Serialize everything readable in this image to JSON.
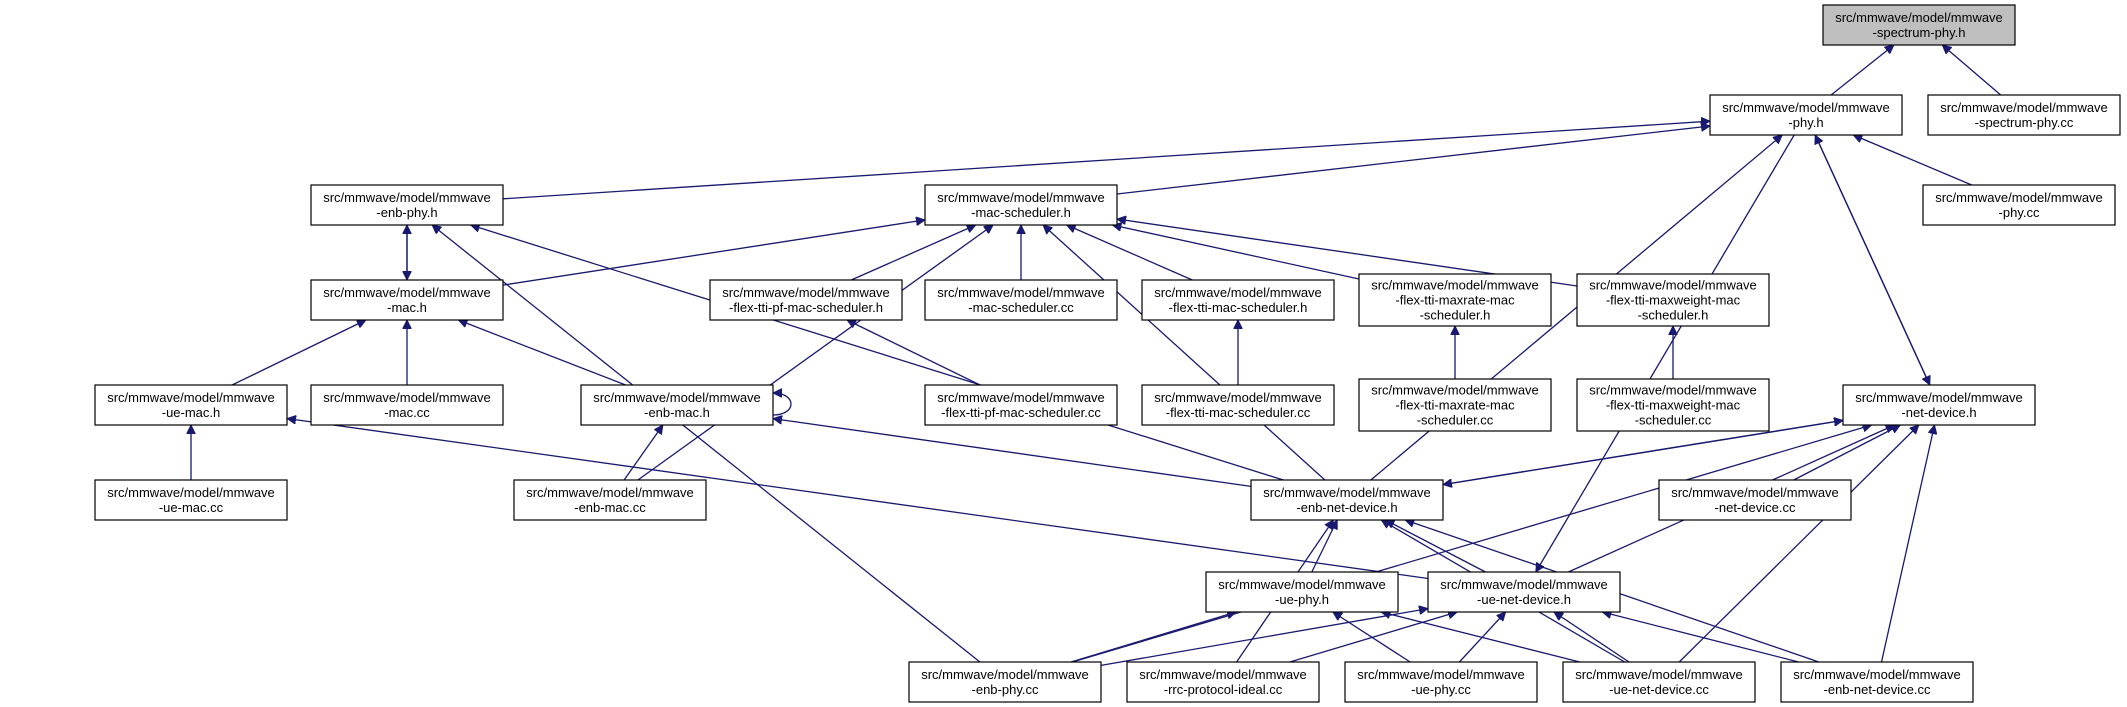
{
  "nodes": [
    {
      "id": "spectrum_phy_h",
      "lines": [
        "src/mmwave/model/mmwave",
        "-spectrum-phy.h"
      ],
      "highlight": true
    },
    {
      "id": "phy_h",
      "lines": [
        "src/mmwave/model/mmwave",
        "-phy.h"
      ]
    },
    {
      "id": "spectrum_phy_cc",
      "lines": [
        "src/mmwave/model/mmwave",
        "-spectrum-phy.cc"
      ]
    },
    {
      "id": "enb_phy_h",
      "lines": [
        "src/mmwave/model/mmwave",
        "-enb-phy.h"
      ]
    },
    {
      "id": "mac_scheduler_h",
      "lines": [
        "src/mmwave/model/mmwave",
        "-mac-scheduler.h"
      ]
    },
    {
      "id": "phy_cc",
      "lines": [
        "src/mmwave/model/mmwave",
        "-phy.cc"
      ]
    },
    {
      "id": "mac_h",
      "lines": [
        "src/mmwave/model/mmwave",
        "-mac.h"
      ]
    },
    {
      "id": "flex_tti_pf_h",
      "lines": [
        "src/mmwave/model/mmwave",
        "-flex-tti-pf-mac-scheduler.h"
      ]
    },
    {
      "id": "mac_scheduler_cc",
      "lines": [
        "src/mmwave/model/mmwave",
        "-mac-scheduler.cc"
      ]
    },
    {
      "id": "flex_tti_mac_h",
      "lines": [
        "src/mmwave/model/mmwave",
        "-flex-tti-mac-scheduler.h"
      ]
    },
    {
      "id": "flex_tti_maxrate_h",
      "lines": [
        "src/mmwave/model/mmwave",
        "-flex-tti-maxrate-mac",
        "-scheduler.h"
      ]
    },
    {
      "id": "flex_tti_maxweight_h",
      "lines": [
        "src/mmwave/model/mmwave",
        "-flex-tti-maxweight-mac",
        "-scheduler.h"
      ]
    },
    {
      "id": "ue_mac_h",
      "lines": [
        "src/mmwave/model/mmwave",
        "-ue-mac.h"
      ]
    },
    {
      "id": "mac_cc",
      "lines": [
        "src/mmwave/model/mmwave",
        "-mac.cc"
      ]
    },
    {
      "id": "enb_mac_h",
      "lines": [
        "src/mmwave/model/mmwave",
        "-enb-mac.h"
      ]
    },
    {
      "id": "flex_tti_pf_cc",
      "lines": [
        "src/mmwave/model/mmwave",
        "-flex-tti-pf-mac-scheduler.cc"
      ]
    },
    {
      "id": "flex_tti_mac_cc",
      "lines": [
        "src/mmwave/model/mmwave",
        "-flex-tti-mac-scheduler.cc"
      ]
    },
    {
      "id": "flex_tti_maxrate_cc",
      "lines": [
        "src/mmwave/model/mmwave",
        "-flex-tti-maxrate-mac",
        "-scheduler.cc"
      ]
    },
    {
      "id": "flex_tti_maxweight_cc",
      "lines": [
        "src/mmwave/model/mmwave",
        "-flex-tti-maxweight-mac",
        "-scheduler.cc"
      ]
    },
    {
      "id": "net_device_h",
      "lines": [
        "src/mmwave/model/mmwave",
        "-net-device.h"
      ]
    },
    {
      "id": "ue_mac_cc",
      "lines": [
        "src/mmwave/model/mmwave",
        "-ue-mac.cc"
      ]
    },
    {
      "id": "enb_mac_cc",
      "lines": [
        "src/mmwave/model/mmwave",
        "-enb-mac.cc"
      ]
    },
    {
      "id": "enb_net_device_h",
      "lines": [
        "src/mmwave/model/mmwave",
        "-enb-net-device.h"
      ]
    },
    {
      "id": "net_device_cc",
      "lines": [
        "src/mmwave/model/mmwave",
        "-net-device.cc"
      ]
    },
    {
      "id": "ue_phy_h",
      "lines": [
        "src/mmwave/model/mmwave",
        "-ue-phy.h"
      ]
    },
    {
      "id": "ue_net_device_h",
      "lines": [
        "src/mmwave/model/mmwave",
        "-ue-net-device.h"
      ]
    },
    {
      "id": "enb_phy_cc",
      "lines": [
        "src/mmwave/model/mmwave",
        "-enb-phy.cc"
      ]
    },
    {
      "id": "rrc_protocol_ideal_cc",
      "lines": [
        "src/mmwave/model/mmwave",
        "-rrc-protocol-ideal.cc"
      ]
    },
    {
      "id": "ue_phy_cc",
      "lines": [
        "src/mmwave/model/mmwave",
        "-ue-phy.cc"
      ]
    },
    {
      "id": "ue_net_device_cc",
      "lines": [
        "src/mmwave/model/mmwave",
        "-ue-net-device.cc"
      ]
    },
    {
      "id": "enb_net_device_cc",
      "lines": [
        "src/mmwave/model/mmwave",
        "-enb-net-device.cc"
      ]
    }
  ],
  "edges": [
    {
      "from": "phy_h",
      "to": "spectrum_phy_h"
    },
    {
      "from": "spectrum_phy_cc",
      "to": "spectrum_phy_h"
    },
    {
      "from": "enb_phy_h",
      "to": "phy_h"
    },
    {
      "from": "mac_scheduler_h",
      "to": "phy_h"
    },
    {
      "from": "phy_cc",
      "to": "phy_h"
    },
    {
      "from": "net_device_h",
      "to": "phy_h"
    },
    {
      "from": "enb_net_device_h",
      "to": "phy_h"
    },
    {
      "from": "mac_h",
      "to": "enb_phy_h"
    },
    {
      "from": "enb_net_device_h",
      "to": "enb_phy_h"
    },
    {
      "from": "enb_phy_cc",
      "to": "enb_phy_h"
    },
    {
      "from": "mac_h",
      "to": "mac_scheduler_h"
    },
    {
      "from": "flex_tti_pf_h",
      "to": "mac_scheduler_h"
    },
    {
      "from": "mac_scheduler_cc",
      "to": "mac_scheduler_h"
    },
    {
      "from": "flex_tti_mac_h",
      "to": "mac_scheduler_h"
    },
    {
      "from": "flex_tti_maxrate_h",
      "to": "mac_scheduler_h"
    },
    {
      "from": "flex_tti_maxweight_h",
      "to": "mac_scheduler_h"
    },
    {
      "from": "enb_mac_cc",
      "to": "mac_scheduler_h"
    },
    {
      "from": "enb_net_device_h",
      "to": "mac_scheduler_h"
    },
    {
      "from": "enb_phy_h",
      "to": "mac_h"
    },
    {
      "from": "ue_mac_h",
      "to": "mac_h"
    },
    {
      "from": "mac_cc",
      "to": "mac_h"
    },
    {
      "from": "enb_mac_h",
      "to": "mac_h"
    },
    {
      "from": "flex_tti_pf_cc",
      "to": "flex_tti_pf_h"
    },
    {
      "from": "flex_tti_mac_cc",
      "to": "flex_tti_mac_h"
    },
    {
      "from": "flex_tti_maxrate_cc",
      "to": "flex_tti_maxrate_h"
    },
    {
      "from": "flex_tti_maxweight_cc",
      "to": "flex_tti_maxweight_h"
    },
    {
      "from": "ue_mac_cc",
      "to": "ue_mac_h"
    },
    {
      "from": "ue_net_device_h",
      "to": "ue_mac_h"
    },
    {
      "from": "enb_mac_h",
      "to": "enb_mac_h"
    },
    {
      "from": "enb_mac_cc",
      "to": "enb_mac_h"
    },
    {
      "from": "enb_net_device_h",
      "to": "enb_mac_h"
    },
    {
      "from": "phy_h",
      "to": "net_device_h"
    },
    {
      "from": "enb_net_device_h",
      "to": "net_device_h"
    },
    {
      "from": "net_device_cc",
      "to": "net_device_h"
    },
    {
      "from": "ue_net_device_h",
      "to": "net_device_h"
    },
    {
      "from": "enb_phy_cc",
      "to": "net_device_h"
    },
    {
      "from": "ue_net_device_cc",
      "to": "net_device_h"
    },
    {
      "from": "enb_net_device_cc",
      "to": "net_device_h"
    },
    {
      "from": "net_device_h",
      "to": "enb_net_device_h"
    },
    {
      "from": "ue_phy_h",
      "to": "enb_net_device_h"
    },
    {
      "from": "ue_net_device_h",
      "to": "enb_net_device_h"
    },
    {
      "from": "rrc_protocol_ideal_cc",
      "to": "enb_net_device_h"
    },
    {
      "from": "ue_net_device_cc",
      "to": "enb_net_device_h"
    },
    {
      "from": "enb_net_device_cc",
      "to": "enb_net_device_h"
    },
    {
      "from": "enb_phy_cc",
      "to": "ue_phy_h"
    },
    {
      "from": "ue_phy_cc",
      "to": "ue_phy_h"
    },
    {
      "from": "ue_net_device_cc",
      "to": "ue_phy_h"
    },
    {
      "from": "phy_h",
      "to": "ue_net_device_h"
    },
    {
      "from": "enb_phy_cc",
      "to": "ue_net_device_h"
    },
    {
      "from": "rrc_protocol_ideal_cc",
      "to": "ue_net_device_h"
    },
    {
      "from": "ue_phy_cc",
      "to": "ue_net_device_h"
    },
    {
      "from": "ue_net_device_cc",
      "to": "ue_net_device_h"
    },
    {
      "from": "enb_net_device_cc",
      "to": "ue_net_device_h"
    }
  ]
}
